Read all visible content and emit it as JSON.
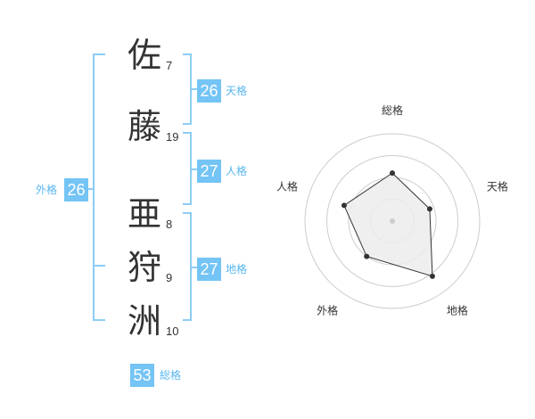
{
  "characters": [
    {
      "char": "佐",
      "strokes": "7"
    },
    {
      "char": "藤",
      "strokes": "19"
    },
    {
      "char": "亜",
      "strokes": "8"
    },
    {
      "char": "狩",
      "strokes": "9"
    },
    {
      "char": "洲",
      "strokes": "10"
    }
  ],
  "scores": {
    "tenkaku": {
      "label": "天格",
      "value": "26"
    },
    "jinkaku": {
      "label": "人格",
      "value": "27"
    },
    "chikaku": {
      "label": "地格",
      "value": "27"
    },
    "gaikaku": {
      "label": "外格",
      "value": "26"
    },
    "soukaku": {
      "label": "総格",
      "value": "53"
    }
  },
  "chart_data": {
    "type": "radar",
    "axes": [
      "総格",
      "天格",
      "地格",
      "外格",
      "人格"
    ],
    "values": [
      0.55,
      0.45,
      0.78,
      0.5,
      0.58
    ],
    "range": [
      0,
      1
    ],
    "rings": 4,
    "colors": {
      "fill": "#ececec",
      "line": "#333333",
      "ring": "#cccccc",
      "accent": "#74c4f5"
    }
  }
}
